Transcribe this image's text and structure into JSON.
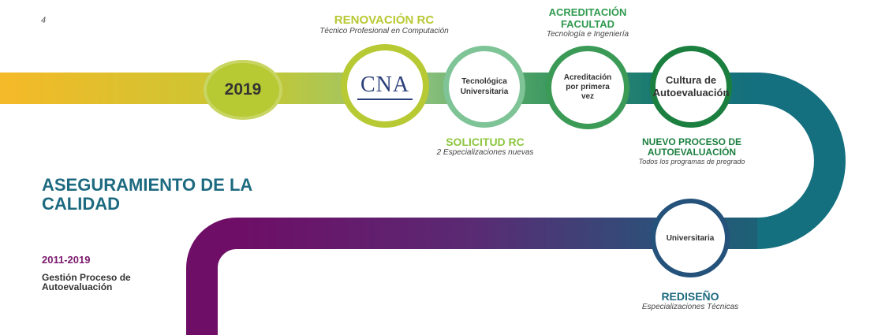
{
  "page_number": "4",
  "title": "ASEGURAMIENTO DE LA CALIDAD",
  "period": "2011-2019",
  "period_desc": "Gestión Proceso de Autoevaluación",
  "year_badge": "2019",
  "cna_logo_text": "CNA",
  "milestones": {
    "renovacion": {
      "heading": "RENOVACIÓN RC",
      "sub": "Técnico Profesional en Computación"
    },
    "acreditacion": {
      "heading": "ACREDITACIÓN FACULTAD",
      "sub": "Tecnología e Ingeniería"
    },
    "solicitud": {
      "heading": "SOLICITUD RC",
      "sub": "2 Especializaciones nuevas"
    },
    "nuevo": {
      "heading": "NUEVO PROCESO DE AUTOEVALUACIÓN",
      "sub": "Todos los programas de pregrado"
    },
    "rediseno": {
      "heading": "REDISEÑO",
      "sub": "Especializaciones Técnicas"
    }
  },
  "circles": {
    "tecnologica": "Tecnológica Universitaria",
    "acreditacion": "Acreditación por primera vez",
    "cultura": "Cultura de Autoevaluación",
    "universitaria": "Universitaria"
  },
  "colors": {
    "yellow": "#f5b928",
    "lime": "#b7c933",
    "green_light": "#7fc497",
    "green_mid": "#3a9a56",
    "green_dark": "#1b7f3f",
    "teal": "#146f7e",
    "navy": "#24527a",
    "purple": "#6e0e66"
  }
}
